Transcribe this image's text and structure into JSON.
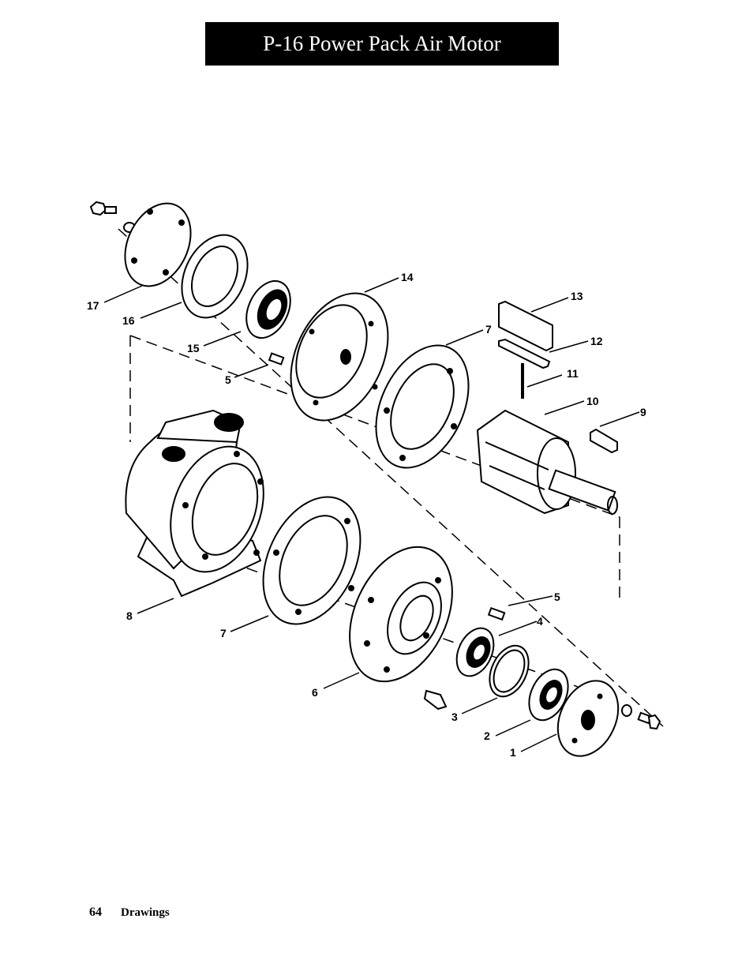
{
  "header": {
    "title": "P-16 Power Pack Air Motor"
  },
  "diagram": {
    "callouts": {
      "c1": "1",
      "c2": "2",
      "c3": "3",
      "c4": "4",
      "c5a": "5",
      "c5b": "5",
      "c6": "6",
      "c7a": "7",
      "c7b": "7",
      "c8": "8",
      "c9": "9",
      "c10": "10",
      "c11": "11",
      "c12": "12",
      "c13": "13",
      "c14": "14",
      "c15": "15",
      "c16": "16",
      "c17": "17"
    }
  },
  "footer": {
    "page_number": "64",
    "section": "Drawings"
  }
}
